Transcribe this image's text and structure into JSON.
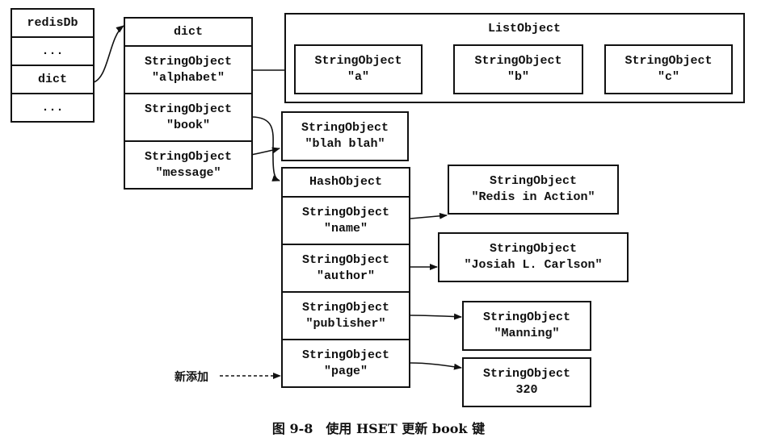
{
  "redisDb": {
    "cells": [
      "redisDb",
      "...",
      "dict",
      "..."
    ]
  },
  "dict": {
    "header": "dict",
    "entries": [
      {
        "type": "StringObject",
        "key": "\"alphabet\""
      },
      {
        "type": "StringObject",
        "key": "\"book\""
      },
      {
        "type": "StringObject",
        "key": "\"message\""
      }
    ]
  },
  "list_object": {
    "title": "ListObject",
    "items": [
      {
        "type": "StringObject",
        "value": "\"a\""
      },
      {
        "type": "StringObject",
        "value": "\"b\""
      },
      {
        "type": "StringObject",
        "value": "\"c\""
      }
    ]
  },
  "message_value": {
    "type": "StringObject",
    "value": "\"blah blah\""
  },
  "hash_object": {
    "header": "HashObject",
    "fields": [
      {
        "type": "StringObject",
        "key": "\"name\""
      },
      {
        "type": "StringObject",
        "key": "\"author\""
      },
      {
        "type": "StringObject",
        "key": "\"publisher\""
      },
      {
        "type": "StringObject",
        "key": "\"page\""
      }
    ]
  },
  "hash_values": [
    {
      "type": "StringObject",
      "value": "\"Redis in Action\""
    },
    {
      "type": "StringObject",
      "value": "\"Josiah L. Carlson\""
    },
    {
      "type": "StringObject",
      "value": "\"Manning\""
    },
    {
      "type": "StringObject",
      "value": "320"
    }
  ],
  "annotation": "新添加",
  "caption": "图 9-8　使用 HSET 更新 book 键"
}
